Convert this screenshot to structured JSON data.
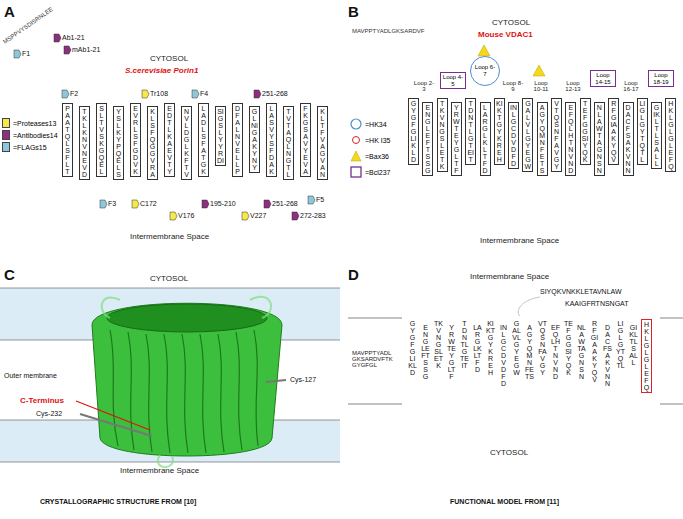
{
  "diagram": {
    "nodes": [
      {
        "text": [
          "PAATQLSFLT"
        ]
      },
      {
        "text": [
          "TKLKNVNEVD"
        ]
      },
      {
        "text": [
          "SLTVSKGQEL"
        ]
      },
      {
        "text": [
          "YSLKYPQELS"
        ]
      },
      {
        "text": [
          "EVRLSFGDVK"
        ]
      },
      {
        "text": [
          "KLSFQGGVRA"
        ]
      },
      {
        "text": [
          "EDTLKAEVTY"
        ]
      },
      {
        "text": [
          "NVLDGLKFTV"
        ]
      },
      {
        "text": [
          "LADLSFATGK"
        ]
      },
      {
        "text": [
          "SIGSLYYRDI"
        ]
      },
      {
        "text": [
          "DFALNVELLP"
        ]
      },
      {
        "text": [
          "GLNIGAKYNY"
        ]
      },
      {
        "text": [
          "LASVYSFDAK"
        ]
      },
      {
        "text": [
          "TVTAQLNGTL"
        ]
      },
      {
        "text": [
          "FKGSAVYEVA"
        ]
      },
      {
        "text": [
          "KLTFVAGVAN"
        ]
      },
      {
        "text": [
          "GYGFGLIKLD"
        ]
      },
      {
        "text": [
          "ENGLEFTSSG"
        ]
      },
      {
        "text": [
          "TKVNGSLETK"
        ]
      },
      {
        "text": [
          "YRWTEYGLTF"
        ]
      },
      {
        "text": [
          "TDNTLGTEIT"
        ]
      },
      {
        "text": [
          "LARGLKLTFD"
        ]
      },
      {
        "text": [
          "KIKTGYKREH"
        ]
      },
      {
        "text": [
          "INLGCDVDFD"
        ]
      },
      {
        "text": [
          "GALVLGYEGW"
        ]
      },
      {
        "text": [
          "AGYQMNFETS"
        ]
      },
      {
        "text": [
          "VTQSNFAVGY"
        ]
      },
      {
        "text": [
          "EFQLHTNVND"
        ]
      },
      {
        "text": [
          "TEFGGSIYQK"
        ]
      },
      {
        "text": [
          "NLAWTAGNSN"
        ]
      },
      {
        "text": [
          "RFGIAAKYQV"
        ]
      },
      {
        "text": [
          "DACFSAKVNN"
        ]
      },
      {
        "text": [
          "LIGLGYTQTL"
        ]
      },
      {
        "text": [
          "GIKLTLSALL"
        ]
      },
      {
        "text": [
          "HKLGLGLEFQ"
        ]
      },
      {
        "text": [
          "Loop 4-5"
        ]
      },
      {
        "text": [
          "Loop 6-7"
        ]
      },
      {
        "text": [
          "Loop 14-15"
        ]
      },
      {
        "text": [
          "Loop 18-19"
        ]
      },
      {
        "text": [
          "HKLGLGLEFQ"
        ]
      }
    ],
    "labels": [
      "A",
      "MSPPVYSDISRNLEE",
      "F1",
      "Ab1-21",
      "mAb1-21",
      "CYTOSOL",
      "S.cerevisiae Porin1",
      "F2",
      "Tr108",
      "F4",
      "251-268",
      "F3",
      "C172",
      "V176",
      "195-210",
      "V227",
      "251-268",
      "272-283",
      "F5",
      "Intermembrane Space",
      "B",
      "MAVPPTYADLGKSARDVF",
      "CYTOSOL",
      "Mouse VDAC1",
      "Loop 2-3",
      "Loop 8-9",
      "Loop 10-11",
      "Loop 12-13",
      "Loop 16-17",
      "Intermembrane Space",
      "C",
      "CYTOSOL",
      "Outer membrane",
      "C-Terminus",
      "Cys-232",
      "Cys-127",
      "Intermembrane Space",
      "CRYSTALLOGRAPHIC STRUCTURE FROM [10]",
      "D",
      "Intermembrane Space",
      "SIYQKVNKKLETAVNLAW",
      "KAAIGFRTNSNGAT",
      "MAVPPTYADLGKSARDVFTKGYGFGL",
      "GYGFGLIKLD",
      "ENGLEFTSSG",
      "TKVNGSLETK",
      "YRWTEYGLTF",
      "TDNTLGTEIT",
      "LARGLKLTFD",
      "KIKTGYKREH",
      "INLGCDVDFD",
      "GALVLGYEGW",
      "AGYQMNFETS",
      "VTQSNFAVGY",
      "EFQLHTNVND",
      "TEFGGSIYQK",
      "NLAWTAGNSN",
      "RFGIAAKYQV",
      "DACFSAKVNN",
      "LIGLGYTQTL",
      "GIKLTLSALL",
      "CYTOSOL",
      "FUNCTIONAL MODEL FROM [11]"
    ],
    "legend": [
      {
        "text": "=Proteases13",
        "color": "#f5e84a"
      },
      {
        "text": "=Antibodies14",
        "color": "#8b2f7e"
      },
      {
        "text": "=FLAGs15",
        "color": "#8fc7d9"
      },
      {
        "text": "=HK34"
      },
      {
        "text": "=HK I35"
      },
      {
        "text": "=Bax36"
      },
      {
        "text": "=Bcl237"
      }
    ]
  }
}
